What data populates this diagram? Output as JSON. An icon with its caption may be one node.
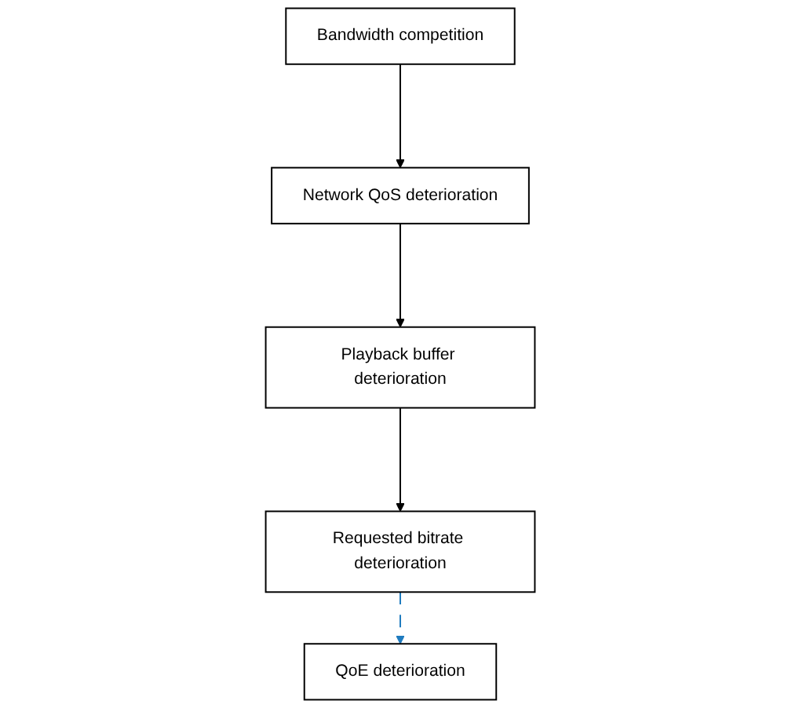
{
  "diagram": {
    "nodes": [
      {
        "text": [
          "Network QoS deterioration"
        ]
      },
      {
        "text": [
          "Bandwidth competition"
        ]
      },
      {
        "text": [
          "Playback buffer deterioration"
        ]
      },
      {
        "text": [
          "Requested bitrate deterioration"
        ]
      },
      {
        "text": [
          "QoE deterioration"
        ]
      }
    ],
    "edges": [
      {
        "from": 1,
        "to": 0,
        "arrow": "to"
      },
      {
        "from": 0,
        "to": 2,
        "arrow": "to"
      },
      {
        "from": 2,
        "to": 3,
        "arrow": "to"
      },
      {
        "from": 3,
        "to": 4,
        "arrow": "to",
        "style": "dashed",
        "color": "#1f7bbf"
      }
    ]
  }
}
